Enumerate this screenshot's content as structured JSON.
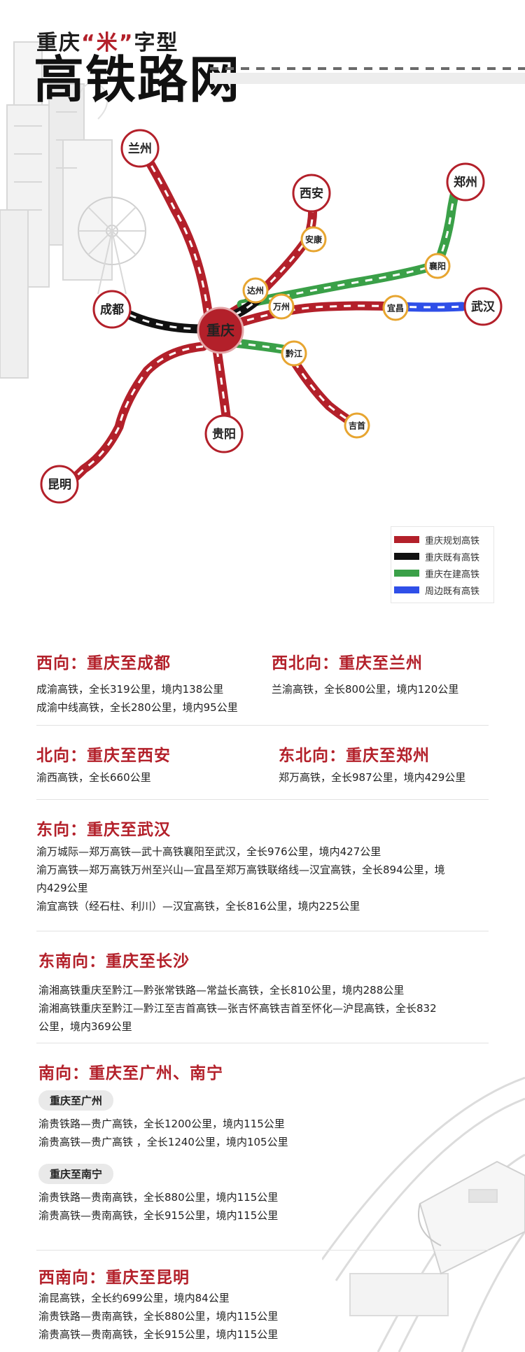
{
  "header": {
    "subtitle_pre": "重庆",
    "subtitle_mi": "“米”",
    "subtitle_post": "字型",
    "title": "高铁路网"
  },
  "colors": {
    "planned": "#b3202a",
    "existing": "#111111",
    "building": "#3aa048",
    "nearby": "#2f4fe8",
    "section_title": "#b3202a",
    "station_ring": "#e7a530"
  },
  "map": {
    "center": "重庆",
    "end_cities": {
      "lanzhou": "兰州",
      "xian": "西安",
      "zhengzhou": "郑州",
      "chengdu": "成都",
      "wuhan": "武汉",
      "guiyang": "贵阳",
      "kunming": "昆明"
    },
    "stations": {
      "ankang": "安康",
      "dazhou": "达州",
      "wanzhou": "万州",
      "xiangyang": "襄阳",
      "yichang": "宜昌",
      "qianjiang": "黔江",
      "jishou": "吉首"
    }
  },
  "legend": [
    {
      "label": "重庆规划高铁",
      "color": "#b3202a"
    },
    {
      "label": "重庆既有高铁",
      "color": "#111111"
    },
    {
      "label": "重庆在建高铁",
      "color": "#3aa048"
    },
    {
      "label": "周边既有高铁",
      "color": "#2f4fe8"
    }
  ],
  "sections": {
    "west": {
      "title": "西向：重庆至成都",
      "lines": [
        "成渝高铁，全长319公里，境内138公里",
        "成渝中线高铁，全长280公里，境内95公里"
      ]
    },
    "northwest": {
      "title": "西北向：重庆至兰州",
      "lines": [
        "兰渝高铁，全长800公里，境内120公里"
      ]
    },
    "north": {
      "title": "北向：重庆至西安",
      "lines": [
        "渝西高铁，全长660公里"
      ]
    },
    "northeast": {
      "title": "东北向：重庆至郑州",
      "lines": [
        "郑万高铁，全长987公里，境内429公里"
      ]
    },
    "east": {
      "title": "东向：重庆至武汉",
      "lines": [
        "渝万城际—郑万高铁—武十高铁襄阳至武汉，全长976公里，境内427公里",
        "渝万高铁—郑万高铁万州至兴山—宜昌至郑万高铁联络线—汉宜高铁，全长894公里，境",
        "内429公里",
        "渝宜高铁（经石柱、利川）—汉宜高铁，全长816公里，境内225公里"
      ]
    },
    "southeast": {
      "title": "东南向：重庆至长沙",
      "lines": [
        "渝湘高铁重庆至黔江—黔张常铁路—常益长高铁，全长810公里，境内288公里",
        "渝湘高铁重庆至黔江—黔江至吉首高铁—张吉怀高铁吉首至怀化—沪昆高铁，全长832",
        "公里，境内369公里"
      ]
    },
    "south": {
      "title": "南向：重庆至广州、南宁",
      "sub1": "重庆至广州",
      "sub1_lines": [
        "渝贵铁路—贵广高铁，全长1200公里，境内115公里",
        "渝贵高铁—贵广高铁 ，全长1240公里，境内105公里"
      ],
      "sub2": "重庆至南宁",
      "sub2_lines": [
        "渝贵铁路—贵南高铁，全长880公里，境内115公里",
        "渝贵高铁—贵南高铁，全长915公里，境内115公里"
      ]
    },
    "southwest": {
      "title": "西南向：重庆至昆明",
      "lines": [
        "渝昆高铁，全长约699公里，境内84公里",
        "渝贵铁路—贵南高铁，全长880公里，境内115公里",
        "渝贵高铁—贵南高铁，全长915公里，境内115公里"
      ]
    }
  }
}
